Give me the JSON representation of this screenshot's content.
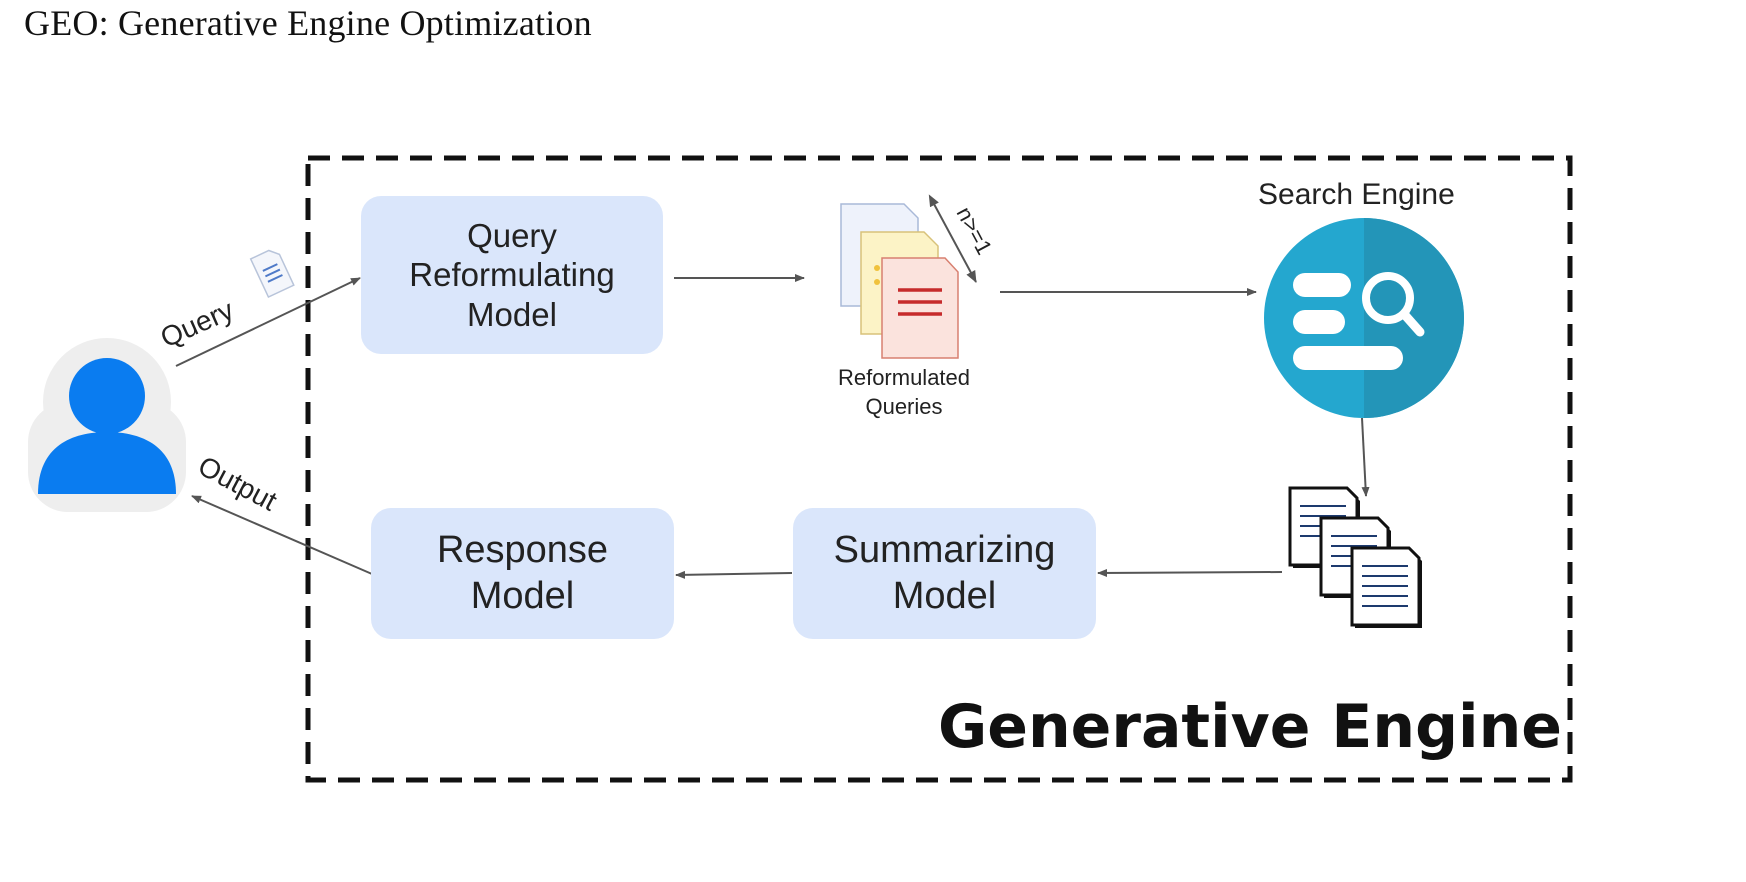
{
  "page": {
    "title": "GEO: Generative Engine Optimization"
  },
  "diagram": {
    "container_label": "Generative Engine",
    "nodes": {
      "query_reformulating": [
        "Query",
        "Reformulating",
        "Model"
      ],
      "search_engine": "Search Engine",
      "reformulated_queries": [
        "Reformulated",
        "Queries"
      ],
      "response_model": [
        "Response",
        "Model"
      ],
      "summarizing_model": [
        "Summarizing",
        "Model"
      ]
    },
    "edges": {
      "query": "Query",
      "output": "Output",
      "count_annotation": "n>=1"
    },
    "colors": {
      "box_fill": "#dae6fb",
      "user_blue": "#0a7cf0",
      "search_teal": "#24a7cf",
      "search_teal_dark": "#2395b8",
      "doc_red": "#c62b2b",
      "doc_yellow": "#f0c23c"
    },
    "icons": [
      "user-icon",
      "search-engine-icon",
      "document-stack-icon",
      "query-document-icon",
      "retrieved-documents-icon"
    ]
  }
}
